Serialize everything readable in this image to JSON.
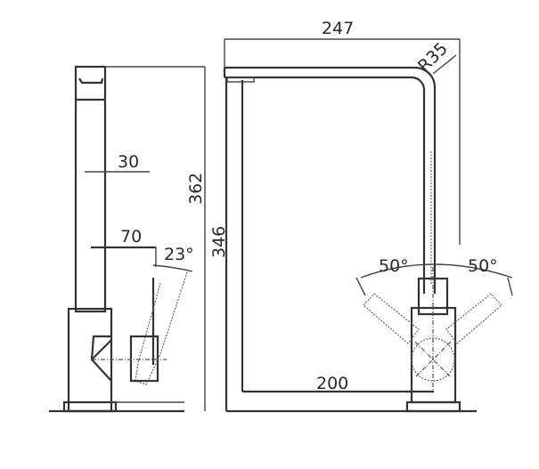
{
  "drawing": {
    "title": "Faucet technical dimension drawing",
    "views": [
      "side-view",
      "front-view"
    ],
    "side_view": {
      "labels": {
        "spout_thickness": "30",
        "handle_reach": "70",
        "handle_tilt": "23°",
        "total_height": "362"
      }
    },
    "front_view": {
      "labels": {
        "spout_reach": "247",
        "bend_radius": "R35",
        "spout_height": "346",
        "inner_reach": "200",
        "rotation_left": "50°",
        "rotation_right": "50°"
      }
    },
    "colors": {
      "line": "#333333",
      "background": "#ffffff"
    }
  }
}
